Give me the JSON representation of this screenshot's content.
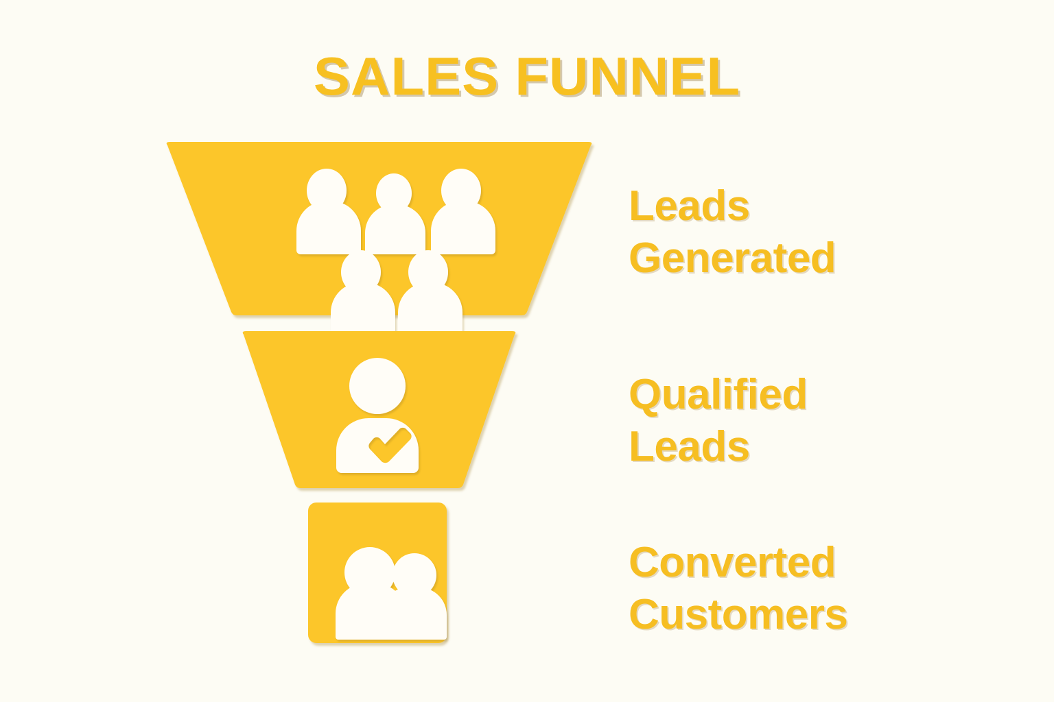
{
  "page": {
    "title": "SALES FUNNEL",
    "background_color": "#FDFCF4"
  },
  "colors": {
    "funnel_fill": "#FCC62B",
    "icon_fill": "#FFFDF7",
    "title_text": "#F7C021",
    "label_text": "#F6BE22",
    "shadow": "#7A5A0C"
  },
  "chart_data": {
    "type": "funnel",
    "title": "SALES FUNNEL",
    "stages": [
      {
        "label": "Leads\nGenerated",
        "label_line1": "Leads",
        "label_line2": "Generated",
        "shape": "trapezoid",
        "icon": "group-of-five-people-icon",
        "icon_count": 5,
        "relative_width": 1.0
      },
      {
        "label": "Qualified\nLeads",
        "label_line1": "Qualified",
        "label_line2": "Leads",
        "shape": "trapezoid",
        "icon": "person-with-check-icon",
        "icon_count": 1,
        "relative_width": 0.64
      },
      {
        "label": "Converted\nCustomers",
        "label_line1": "Converted",
        "label_line2": "Customers",
        "shape": "rounded-rectangle",
        "icon": "two-people-icon",
        "icon_count": 2,
        "relative_width": 0.33
      }
    ],
    "orientation": "vertical",
    "legend": "none",
    "grid": false
  }
}
